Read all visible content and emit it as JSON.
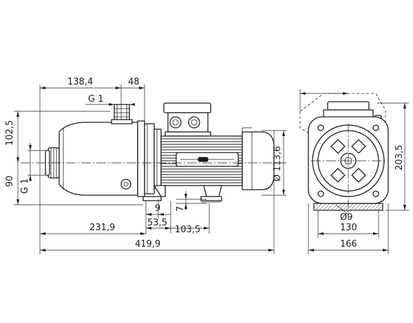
{
  "dimensions": {
    "d_138_4": "138,4",
    "d_48": "48",
    "d_g1_top": "G 1",
    "d_102_5": "102,5",
    "d_90": "90",
    "d_g1_side": "G 1",
    "d_113_6": "Ø 113,6",
    "d_9": "9",
    "d_7": "7",
    "d_53_5": "53,5",
    "d_103_5": "103,5",
    "d_231_9": "231,9",
    "d_419_9": "419,9",
    "d_203_5": "203,5",
    "d_dia9": "Ø9",
    "d_130": "130",
    "d_166": "166"
  }
}
